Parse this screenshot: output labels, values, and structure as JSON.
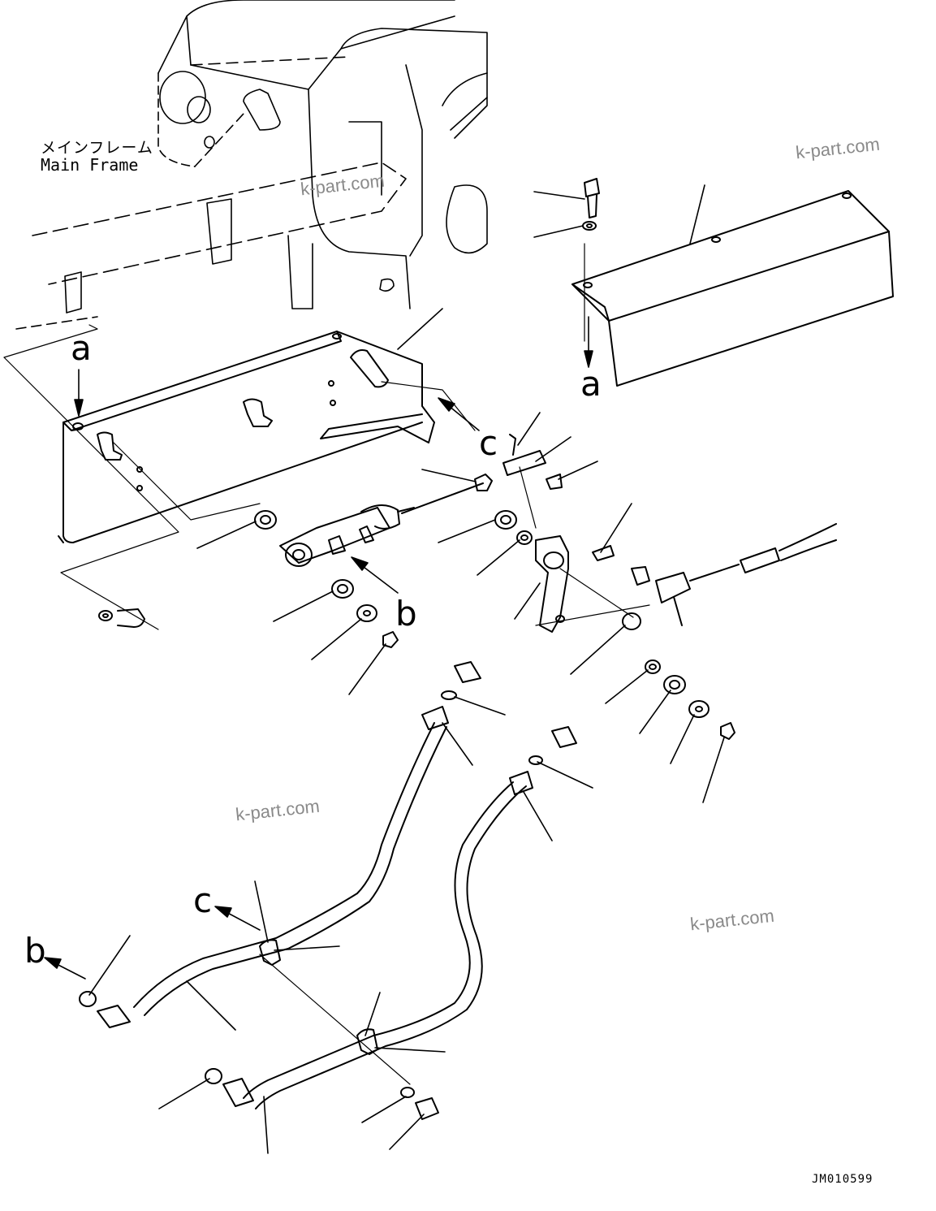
{
  "frame_label": {
    "jp": "メインフレーム",
    "en": "Main Frame"
  },
  "callouts": {
    "a_top": "a",
    "a_right": "a",
    "b_mid": "b",
    "c_mid": "c",
    "c_bottom": "c",
    "b_bottom": "b"
  },
  "watermarks": [
    "k-part.com",
    "k-part.com",
    "k-part.com",
    "k-part.com"
  ],
  "drawing_code": "JM010599"
}
